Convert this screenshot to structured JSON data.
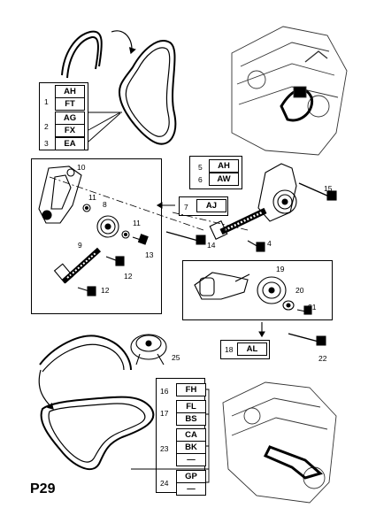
{
  "page_label": "P29",
  "belt_top": {
    "1": [
      "AH",
      "FT"
    ],
    "2": [
      "AG",
      "FX"
    ],
    "3": [
      "EA"
    ]
  },
  "tensioner_group": {
    "5": "AH",
    "6": "AW",
    "7": "AJ",
    "18": "AL"
  },
  "belt_bottom": {
    "16": [
      "FH"
    ],
    "17": [
      "FL",
      "BS"
    ],
    "23": [
      "CA",
      "BK",
      "—"
    ],
    "24": [
      "GP",
      "—"
    ]
  },
  "callouts": {
    "n1": "1",
    "n2": "2",
    "n3": "3",
    "n4": "4",
    "n5": "5",
    "n6": "6",
    "n7": "7",
    "n8": "8",
    "n9": "9",
    "n10": "10",
    "n11a": "11",
    "n11b": "11",
    "n12a": "12",
    "n12b": "12",
    "n13": "13",
    "n14": "14",
    "n15": "15",
    "n16": "16",
    "n17": "17",
    "n18": "18",
    "n19": "19",
    "n20": "20",
    "n21": "21",
    "n22": "22",
    "n23": "23",
    "n24": "24",
    "n25": "25"
  }
}
